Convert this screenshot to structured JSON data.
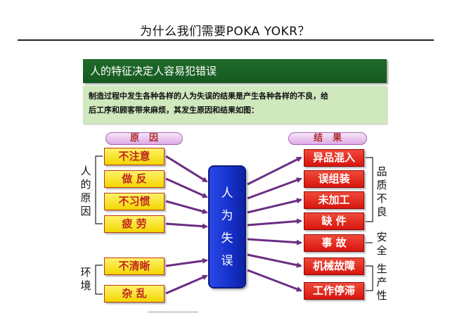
{
  "title": "为什么我们需要POKA YOKR？",
  "banner": "人的特征决定人容易犯错误",
  "description": {
    "line1": "制造过程中发生各种各样的人为失误的结果是产生各种各样的不良，给",
    "line2": "后工序和顾客带来麻烦，其发生原因和结果如图："
  },
  "headers": {
    "cause": "原因",
    "result": "结果"
  },
  "center": [
    "人",
    "为",
    "失",
    "误"
  ],
  "causes": [
    "不注意",
    "做  反",
    "不习惯",
    "疲  劳",
    "不清晰",
    "杂  乱"
  ],
  "results": [
    "异品混入",
    "误组装",
    "未加工",
    "缺  件",
    "事  故",
    "机械故障",
    "工作停滞"
  ],
  "left_groups": {
    "people": [
      "人",
      "的",
      "原",
      "因"
    ],
    "environment": [
      "环",
      "境"
    ]
  },
  "right_groups": {
    "quality": [
      "品",
      "质",
      "不",
      "良"
    ],
    "safety": [
      "安",
      "全"
    ],
    "production": [
      "生",
      "产",
      "性"
    ]
  },
  "colors": {
    "banner": "#1f6a2a",
    "description_bg": "#cfe8bd",
    "cause_box": "#f7e21a",
    "result_box": "#e0251b",
    "center_box": "#1a37d6",
    "arrow": "#6b2d83"
  }
}
